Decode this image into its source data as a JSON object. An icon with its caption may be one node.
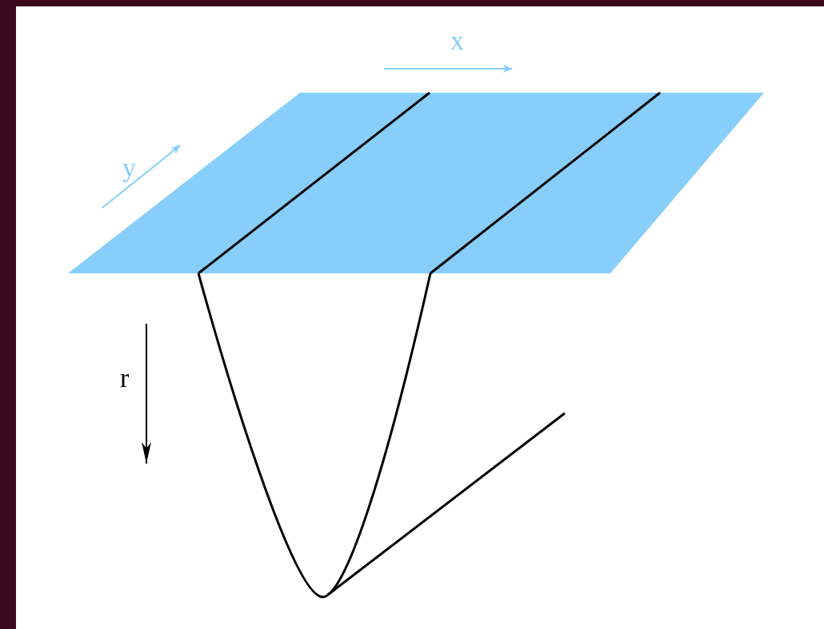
{
  "diagram": {
    "labels": [
      "x",
      "y",
      "r"
    ]
  }
}
